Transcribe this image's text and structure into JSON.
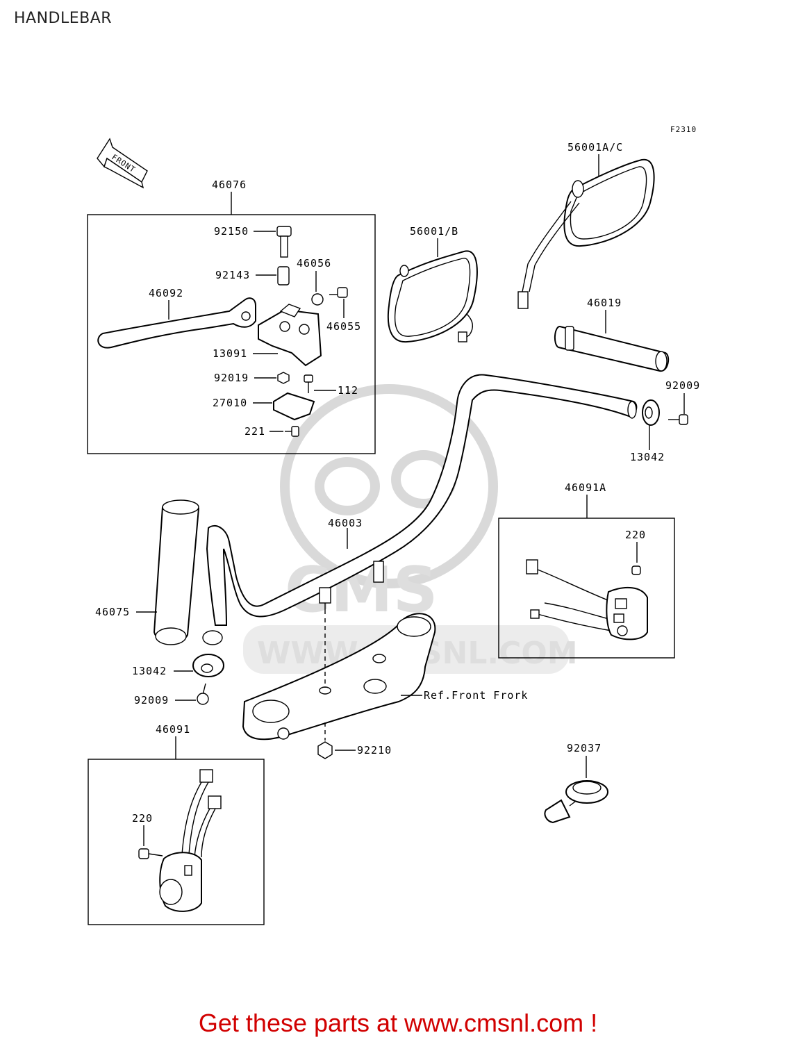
{
  "page": {
    "title": "HANDLEBAR"
  },
  "diagram": {
    "figure_code": "F2310",
    "front_arrow_text": "FRONT",
    "ref_label": "Ref.Front Frork",
    "watermark_text": "WWW.CMSNL.COM",
    "watermark_logo": "CMS",
    "callouts": {
      "p46076": "46076",
      "p92150": "92150",
      "p92143": "92143",
      "p46056": "46056",
      "p46092": "46092",
      "p46055": "46055",
      "p13091": "13091",
      "p92019": "92019",
      "p112": "112",
      "p27010": "27010",
      "p221": "221",
      "p56001b": "56001/B",
      "p56001ac": "56001A/C",
      "p46019": "46019",
      "p92009_right": "92009",
      "p13042_right": "13042",
      "p46091a": "46091A",
      "p220_right": "220",
      "p46003": "46003",
      "p46075": "46075",
      "p13042_left": "13042",
      "p92009_left": "92009",
      "p46091": "46091",
      "p220_left": "220",
      "p92210": "92210",
      "p92037": "92037"
    }
  },
  "footer": {
    "text": "Get these parts at www.cmsnl.com !",
    "color": "#d10000"
  }
}
